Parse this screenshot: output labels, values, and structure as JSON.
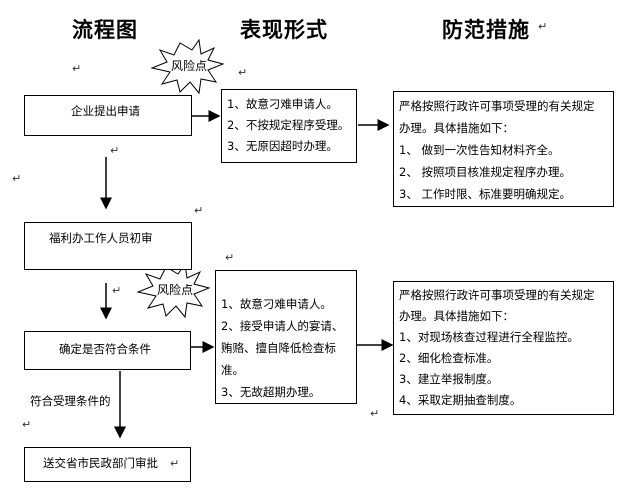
{
  "headers": {
    "flow": "流程图",
    "form": "表现形式",
    "measure": "防范措施"
  },
  "risk_label": "风险点",
  "flow_nodes": [
    "企业提出申请",
    "福利办工作人员初审",
    "确定是否符合条件",
    "送交省市民政部门审批"
  ],
  "branch_label": "符合受理条件的",
  "risk_forms": [
    [
      "1、故意刁难申请人。",
      "2、不按规定程序受理。",
      "3、无原因超时办理。"
    ],
    [
      "1、故意刁难申请人。",
      "2、接受申请人的宴请、",
      "贿赂、擅自降低检查标",
      "准。",
      "3、无故超期办理。"
    ]
  ],
  "measures": [
    {
      "intro1": "严格按照行政许可事项受理的有关规定",
      "intro2": "办理。具体措施如下：",
      "items": [
        "1、 做到一次性告知材料齐全。",
        "2、 按照项目核准规定程序办理。",
        "3、 工作时限、标准要明确规定。"
      ]
    },
    {
      "intro1": "严格按照行政许可事项受理的有关规定",
      "intro2": "办理。具体措施如下：",
      "items": [
        "1、对现场核查过程进行全程监控。",
        "2、细化检查标准。",
        "3、建立举报制度。",
        "4、采取定期抽查制度。"
      ]
    }
  ],
  "para_mark": "↵"
}
